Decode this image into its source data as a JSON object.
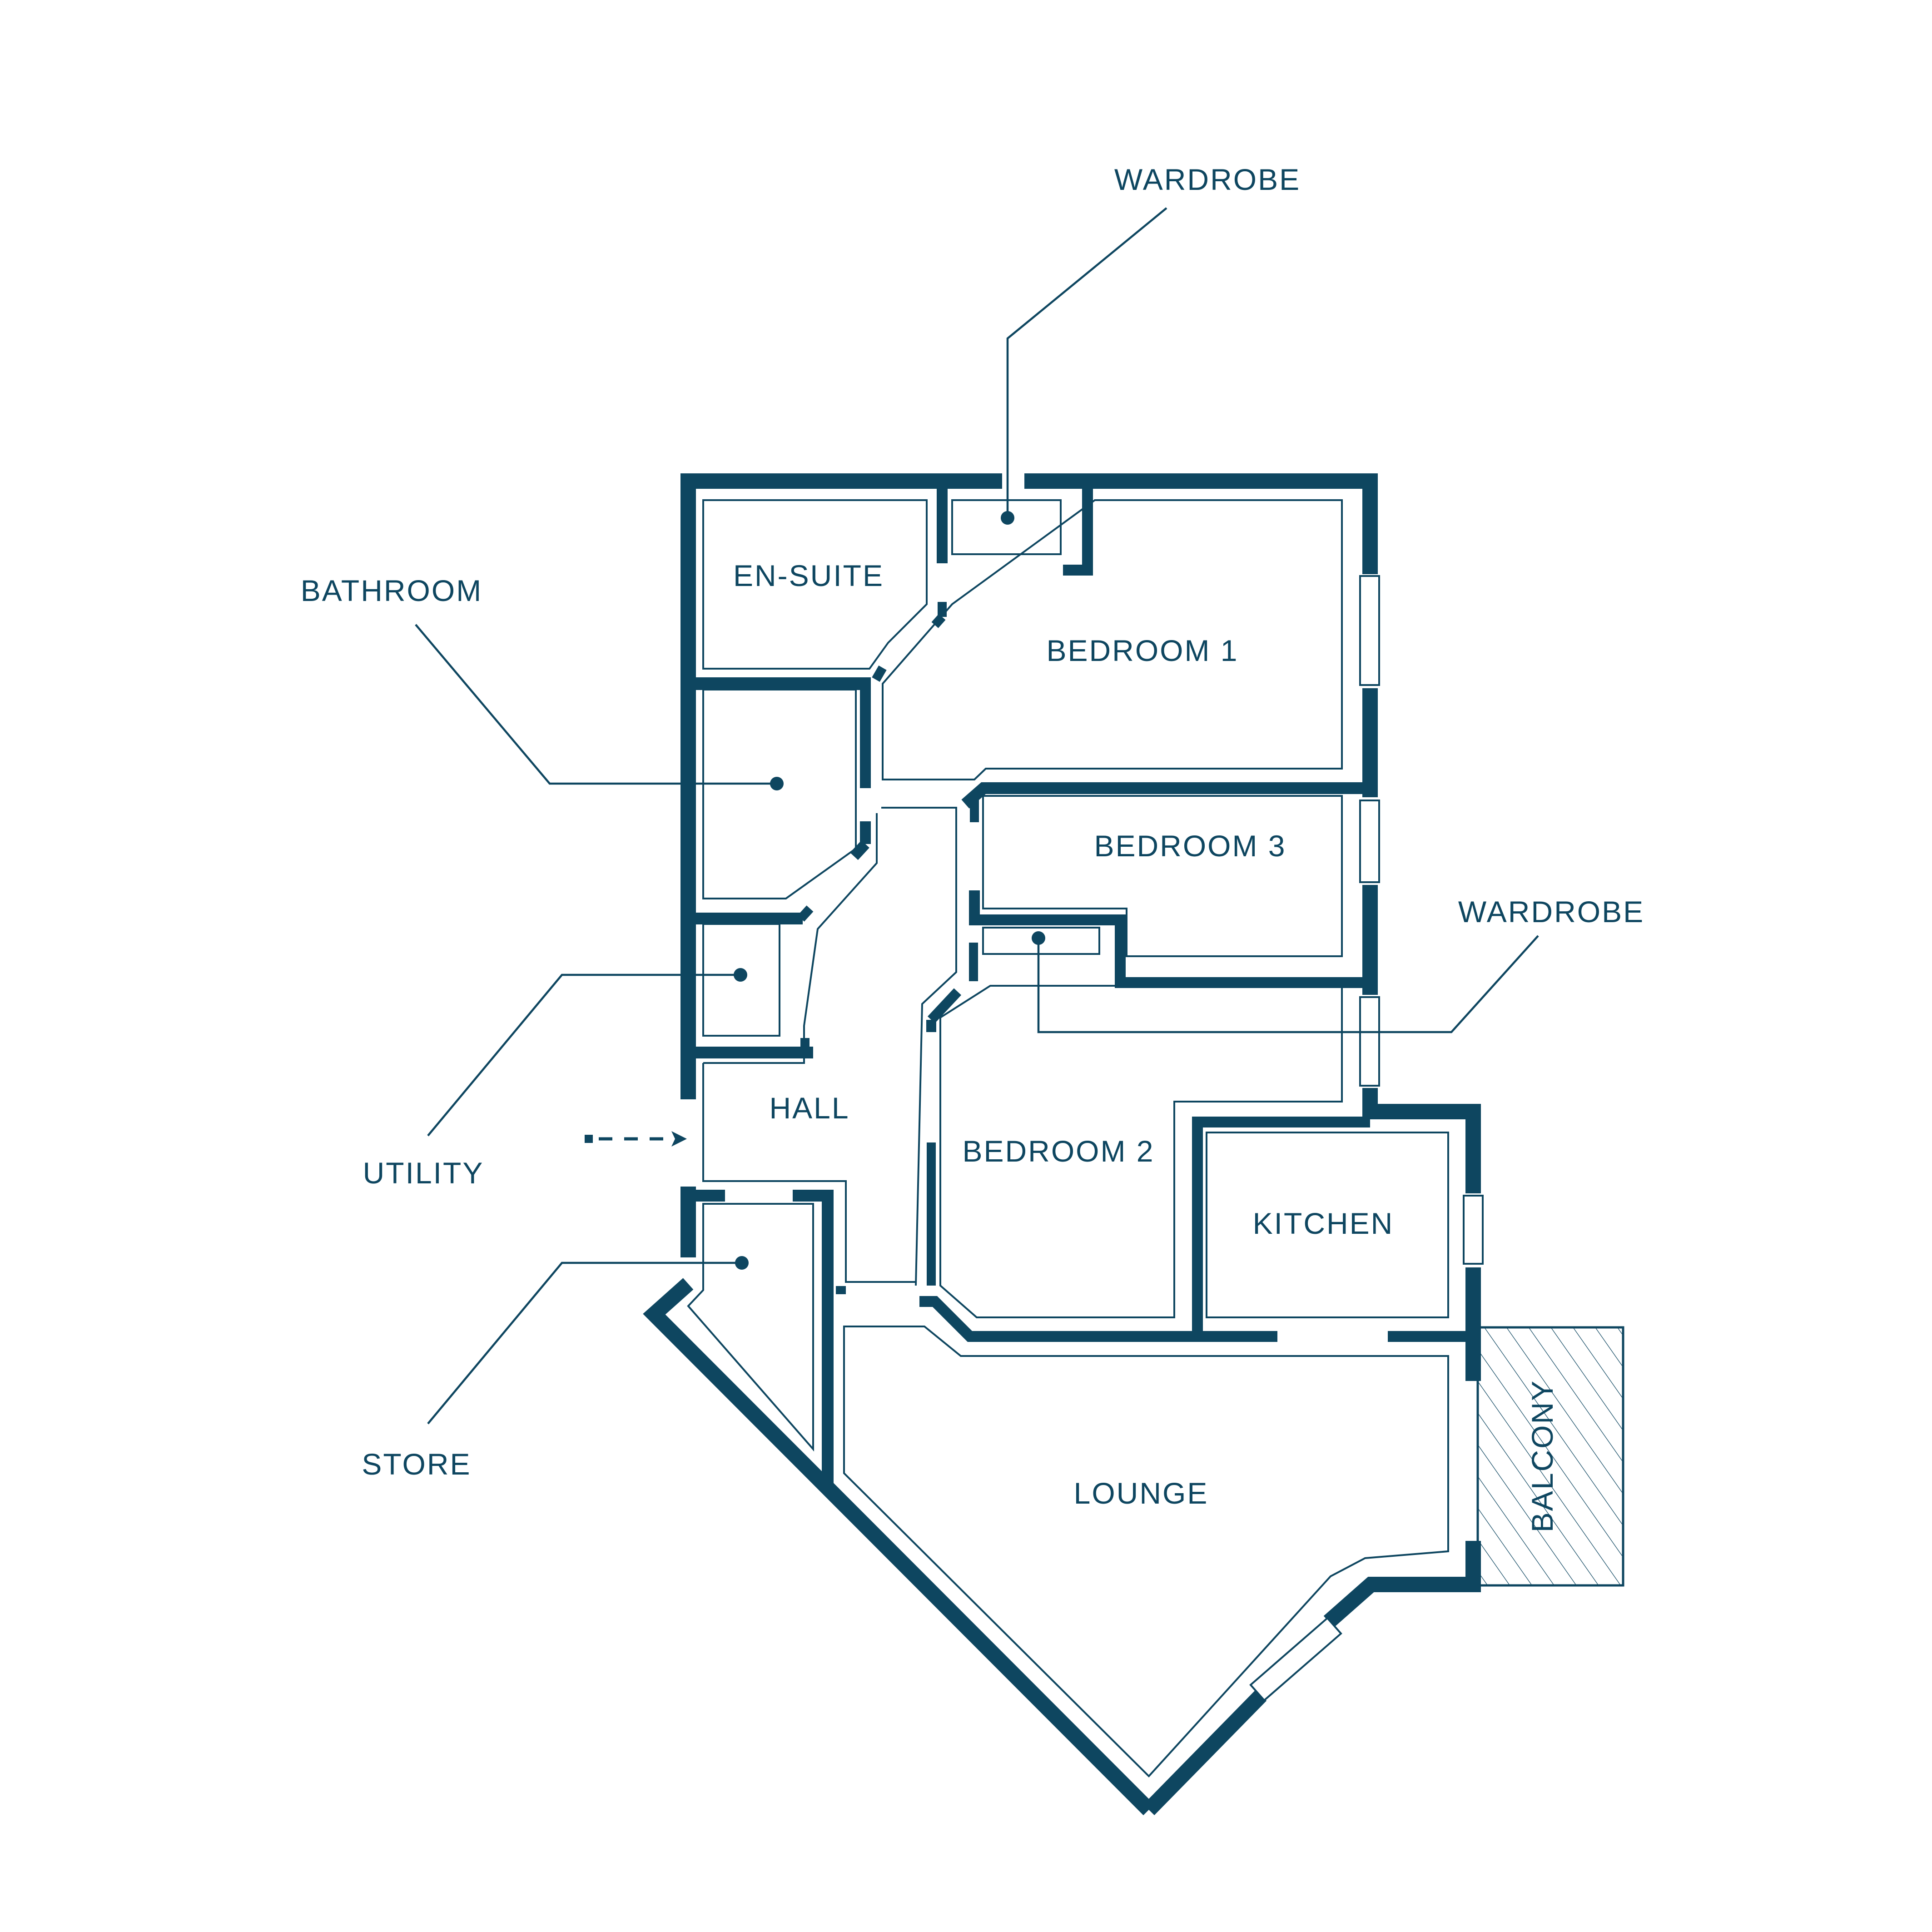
{
  "rooms": {
    "en_suite": "EN-SUITE",
    "bedroom_1": "BEDROOM 1",
    "bedroom_3": "BEDROOM 3",
    "bedroom_2": "BEDROOM 2",
    "hall": "HALL",
    "kitchen": "KITCHEN",
    "lounge": "LOUNGE",
    "balcony": "BALCONY"
  },
  "callouts": {
    "wardrobe_top": "WARDROBE",
    "wardrobe_right": "WARDROBE",
    "bathroom": "BATHROOM",
    "utility": "UTILITY",
    "store": "STORE"
  },
  "colors": {
    "ink": "#0e4660",
    "background": "#ffffff"
  },
  "icons": {
    "entrance": "dashed-arrow-icon"
  }
}
